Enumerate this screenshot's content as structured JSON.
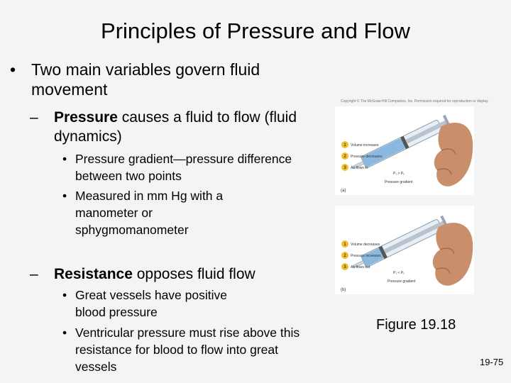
{
  "slide": {
    "title": "Principles of Pressure and Flow",
    "bullet1": "Two main variables govern fluid movement",
    "pressure_term": "Pressure",
    "pressure_rest": " causes a fluid to flow (fluid dynamics)",
    "pressure_sub": [
      "Pressure gradient—pressure difference between two points",
      "Measured in mm Hg with a manometer or sphygmomanometer"
    ],
    "resistance_term": "Resistance",
    "resistance_rest": " opposes fluid flow",
    "resistance_sub": [
      "Great vessels have positive blood pressure",
      "Ventricular pressure must rise above this resistance for blood to flow into great vessels"
    ],
    "figure_caption": "Figure 19.18",
    "page_number": "19-75",
    "copyright": "Copyright © The McGraw-Hill Companies, Inc. Permission required for reproduction or display.",
    "figure": {
      "panel_a": {
        "steps": [
          "1",
          "2",
          "3"
        ],
        "labels": [
          "Volume increases",
          "Pressure decreases",
          "Air flows in"
        ],
        "formula": "P₁ > P₂",
        "gradient": "Pressure gradient",
        "letter": "(a)"
      },
      "panel_b": {
        "steps": [
          "1",
          "2",
          "3"
        ],
        "labels": [
          "Volume decreases",
          "Pressure increases",
          "Air flows out"
        ],
        "formula": "P₁ < P₂",
        "gradient": "Pressure gradient",
        "letter": "(b)"
      }
    },
    "colors": {
      "background": "#f4f4f4",
      "step_badge": "#f0c02a",
      "syringe_blue": "#7aaedb",
      "hand": "#c98f6a"
    }
  }
}
